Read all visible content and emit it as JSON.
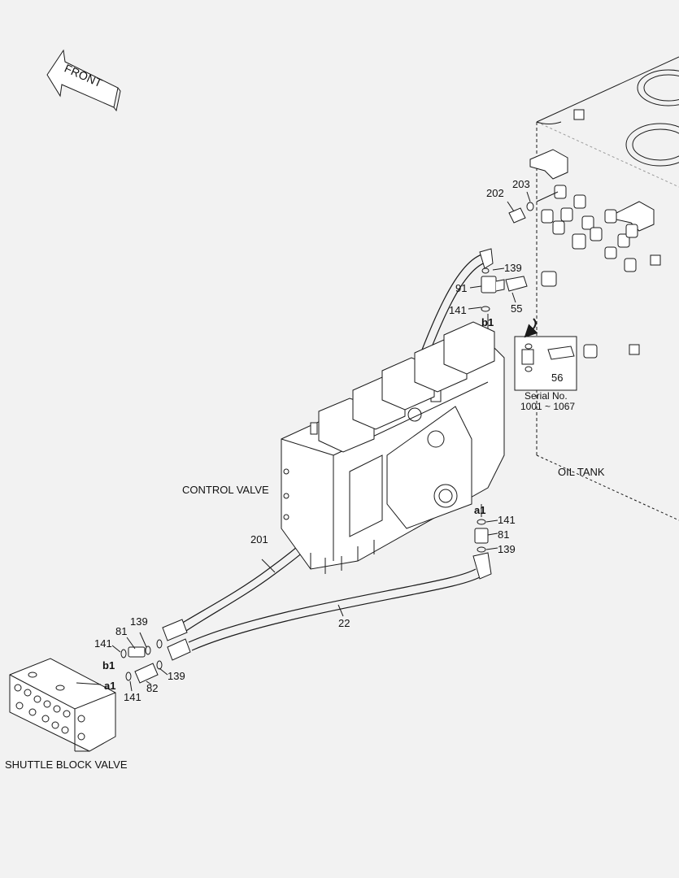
{
  "orientation": {
    "front": "FRONT"
  },
  "components": {
    "control_valve": "CONTROL VALVE",
    "oil_tank": "OIL TANK",
    "shuttle_block_valve": "SHUTTLE BLOCK VALVE"
  },
  "inset": {
    "serial_label": "Serial No.",
    "serial_range": "1001 ~ 1067",
    "part": "56"
  },
  "ports": {
    "b1_top": "b1",
    "a1_mid": "a1",
    "b1_left": "b1",
    "a1_left": "a1"
  },
  "parts": {
    "p202": "202",
    "p203": "203",
    "p139_top": "139",
    "p91": "91",
    "p55": "55",
    "p141_top": "141",
    "p141_mid": "141",
    "p81_mid": "81",
    "p139_mid": "139",
    "p201": "201",
    "p22": "22",
    "p139_left_top": "139",
    "p81_left": "81",
    "p141_left": "141",
    "p139_left_bot": "139",
    "p82": "82",
    "p141_left_bot": "141"
  },
  "colors": {
    "line": "#1a1a1a",
    "background": "#f2f2f2",
    "part": "#ffffff"
  }
}
